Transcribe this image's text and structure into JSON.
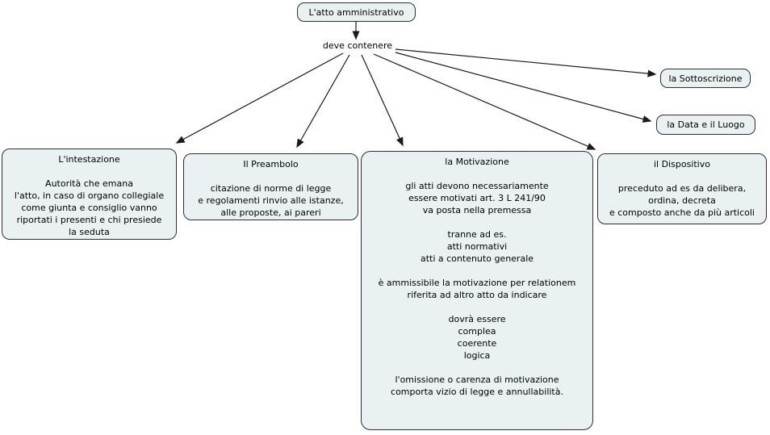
{
  "diagram": {
    "type": "concept-map",
    "language": "it",
    "root": {
      "label": "L'atto amministrativo"
    },
    "linking_phrase": {
      "label": "deve contenere"
    },
    "nodes": {
      "sottoscrizione": {
        "label": "la Sottoscrizione"
      },
      "data_luogo": {
        "label": "la Data e il Luogo"
      },
      "intestazione": {
        "title": "L'intestazione",
        "body": "Autorità che emana\nl'atto, in caso di organo collegiale\ncome giunta e consiglio vanno\nriportati i presenti e chi presiede\nla seduta"
      },
      "preambolo": {
        "title": "Il Preambolo",
        "body": "citazione di norme di legge\ne regolamenti rinvio alle istanze,\nalle proposte, ai pareri"
      },
      "motivazione": {
        "title": "la Motivazione",
        "body": "gli atti devono necessariamente\nessere motivati art. 3 L 241/90\nva posta nella premessa\n\ntranne ad es.\natti normativi\natti a contenuto generale\n\nè ammissibile la motivazione per relationem\nriferita ad altro atto da indicare\n\ndovrà essere\ncomplea\ncoerente\nlogica\n\nl'omissione o carenza di motivazione\ncomporta vizio di legge e annullabilità."
      },
      "dispositivo": {
        "title": "il Dispositivo",
        "body": "preceduto ad es da delibera,\nordina, decreta\ne composto anche da più articoli"
      }
    },
    "edges": [
      {
        "from": "L'atto amministrativo",
        "to": "deve contenere"
      },
      {
        "from": "deve contenere",
        "to": "la Sottoscrizione"
      },
      {
        "from": "deve contenere",
        "to": "la Data e il Luogo"
      },
      {
        "from": "deve contenere",
        "to": "L'intestazione"
      },
      {
        "from": "deve contenere",
        "to": "Il Preambolo"
      },
      {
        "from": "deve contenere",
        "to": "la Motivazione"
      },
      {
        "from": "deve contenere",
        "to": "il Dispositivo"
      }
    ],
    "colors": {
      "node_fill": "#e9f1f2",
      "node_border": "#2f2f2f",
      "arrow": "#1a1a1a",
      "background": "#ffffff",
      "text": "#000000"
    }
  }
}
